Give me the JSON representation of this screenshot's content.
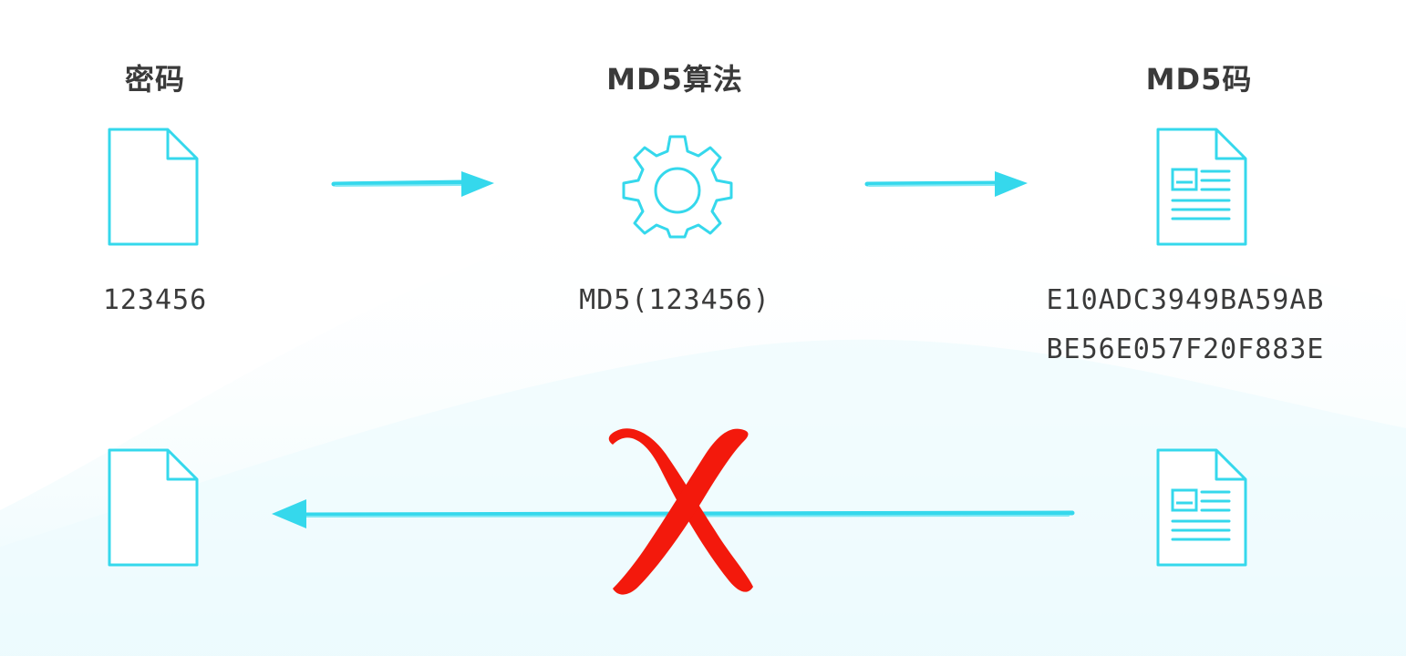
{
  "columns": {
    "input": {
      "title": "密码",
      "value": "123456"
    },
    "algorithm": {
      "title": "MD5算法",
      "value": "MD5(123456)"
    },
    "output": {
      "title": "MD5码",
      "value_line1": "E10ADC3949BA59AB",
      "value_line2": "BE56E057F20F883E"
    }
  },
  "colors": {
    "icon": "#35d8ec",
    "arrow": "#35d8ec",
    "cross": "#f3190c",
    "text": "#3a3a3a",
    "background_tint": "#eafbfd"
  },
  "icons": {
    "input_doc": "blank-document-icon",
    "gear": "gear-icon",
    "output_doc": "text-document-icon",
    "cross": "cross-mark-icon"
  }
}
